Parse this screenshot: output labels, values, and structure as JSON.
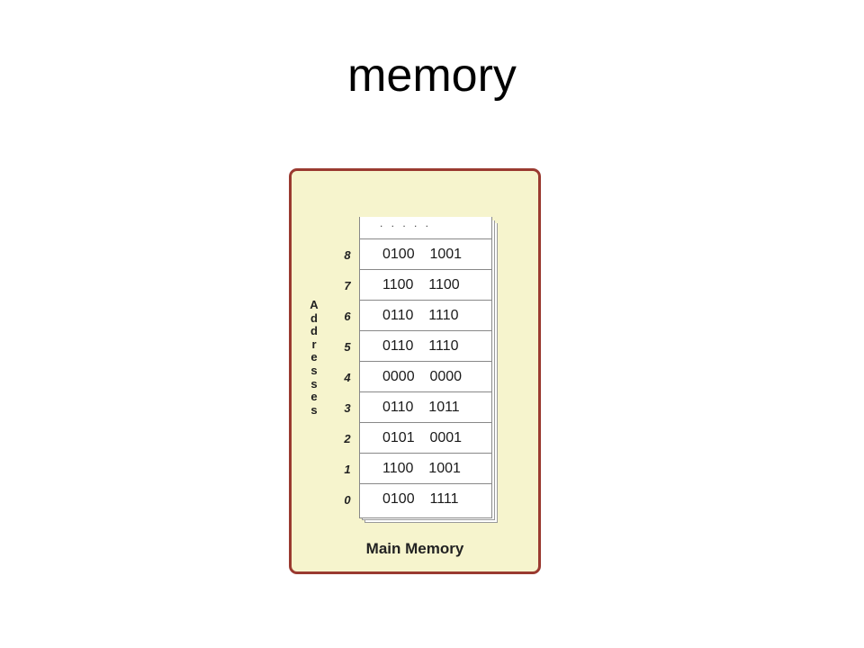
{
  "title": "memory",
  "diagram": {
    "axis_label": "Addresses",
    "continuation_marker": ". . . . .",
    "caption": "Main Memory",
    "cells": [
      {
        "address": "8",
        "value": "0100  1001"
      },
      {
        "address": "7",
        "value": "1100  1100"
      },
      {
        "address": "6",
        "value": "0110  1110"
      },
      {
        "address": "5",
        "value": "0110  1110"
      },
      {
        "address": "4",
        "value": "0000  0000"
      },
      {
        "address": "3",
        "value": "0110  1011"
      },
      {
        "address": "2",
        "value": "0101  0001"
      },
      {
        "address": "1",
        "value": "1100  1001"
      },
      {
        "address": "0",
        "value": "0100  1111"
      }
    ],
    "colors": {
      "panel_fill": "#f6f4cd",
      "panel_border": "#9a3a30"
    }
  }
}
